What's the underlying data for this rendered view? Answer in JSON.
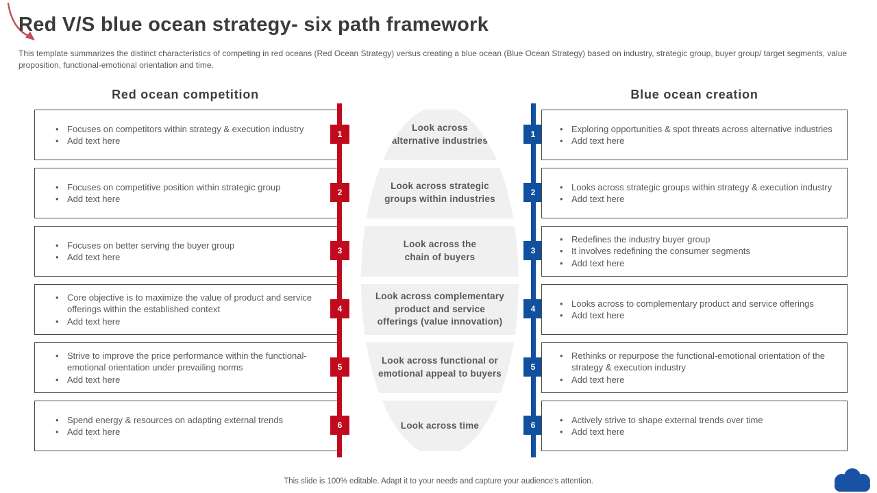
{
  "slide": {
    "title": "Red V/S blue ocean strategy- six path framework",
    "subtitle": "This template summarizes the distinct characteristics of competing in red oceans (Red Ocean Strategy) versus creating a blue ocean (Blue Ocean Strategy)  based on industry, strategic group, buyer  group/ target segments, value proposition, functional-emotional orientation and time.",
    "footer": "This slide is 100% editable. Adapt it to your needs and capture your audience's attention.",
    "left_header": "Red ocean competition",
    "right_header": "Blue ocean creation"
  },
  "rows": [
    {
      "number": "1",
      "center": "Look across\nalternative industries",
      "left": {
        "bullets": [
          "Focuses on competitors within strategy & execution industry",
          "Add text here"
        ]
      },
      "right": {
        "bullets": [
          "Exploring opportunities & spot threats across alternative industries",
          "Add text here"
        ]
      }
    },
    {
      "number": "2",
      "center": "Look across strategic\ngroups within industries",
      "left": {
        "bullets": [
          "Focuses on competitive position within strategic group",
          "Add text here"
        ]
      },
      "right": {
        "bullets": [
          "Looks across strategic groups within strategy & execution industry",
          "Add text here"
        ]
      }
    },
    {
      "number": "3",
      "center": "Look across the\nchain of buyers",
      "left": {
        "bullets": [
          "Focuses on better serving the buyer group",
          "Add text here"
        ]
      },
      "right": {
        "bullets": [
          "Redefines the industry buyer group",
          "It involves redefining the consumer segments",
          "Add text here"
        ]
      }
    },
    {
      "number": "4",
      "center": "Look across complementary\nproduct and service\nofferings (value innovation)",
      "left": {
        "bullets": [
          "Core objective is to maximize the value of product and service offerings within the established context",
          "Add text here"
        ]
      },
      "right": {
        "bullets": [
          "Looks across to complementary product and service offerings",
          "Add text here"
        ]
      }
    },
    {
      "number": "5",
      "center": "Look across functional or\nemotional appeal to buyers",
      "left": {
        "bullets": [
          "Strive to improve the price performance within the functional-emotional orientation under prevailing norms",
          "Add text here"
        ]
      },
      "right": {
        "bullets": [
          "Rethinks or repurpose the functional-emotional orientation of the strategy & execution industry",
          "Add text here"
        ]
      }
    },
    {
      "number": "6",
      "center": "Look across time",
      "left": {
        "bullets": [
          "Spend energy & resources on adapting external trends",
          "Add text here"
        ]
      },
      "right": {
        "bullets": [
          "Actively strive to shape external trends over time",
          "Add text here"
        ]
      }
    }
  ],
  "colors": {
    "red": "#c00b1e",
    "blue": "#11509e",
    "band_gray": "#f0f0f0",
    "text_gray": "#595959",
    "border_gray": "#4a4a4a",
    "cloud_blue": "#1852a4",
    "arrow_red": "#c05055"
  },
  "icons": {
    "cloud": "cloud-icon",
    "arrow": "curved-arrow-icon"
  }
}
